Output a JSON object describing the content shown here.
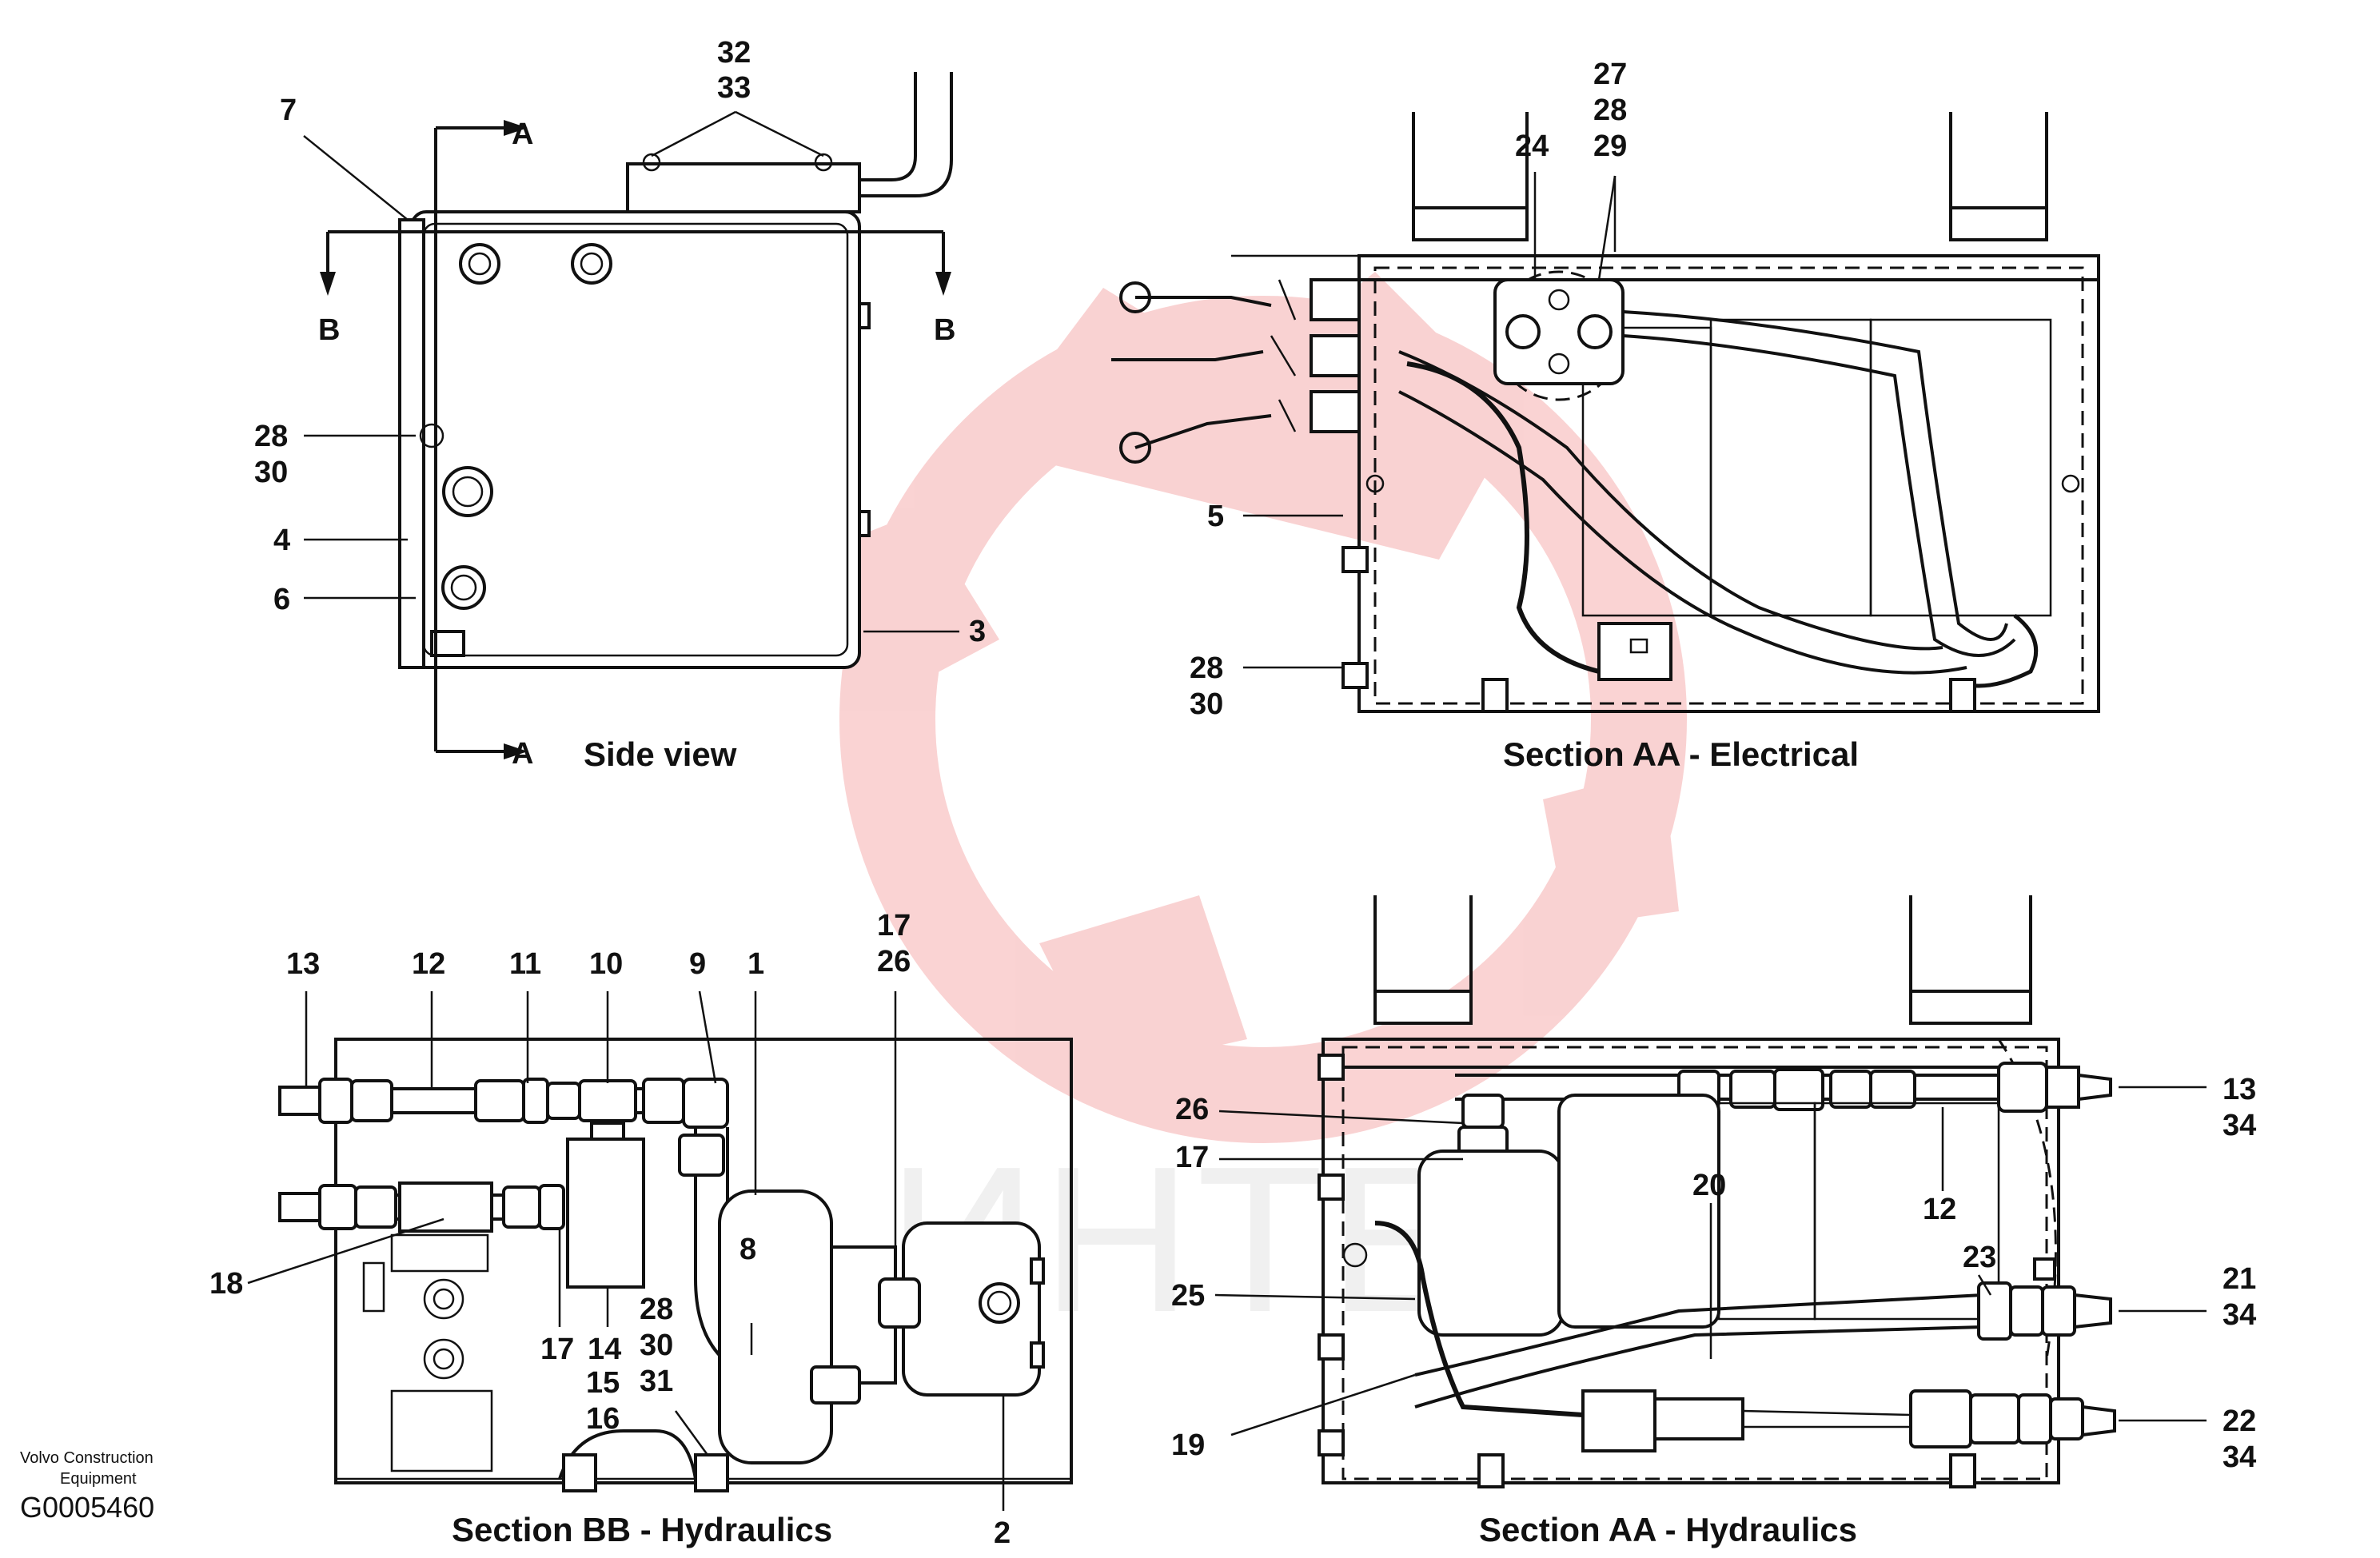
{
  "watermark": {
    "text": "ИНТЕХ",
    "color": "#f08080"
  },
  "captions": {
    "side_view": "Side view",
    "section_aa_electrical": "Section AA - Electrical",
    "section_bb_hydraulics": "Section  BB - Hydraulics",
    "section_aa_hydraulics": "Section AA - Hydraulics"
  },
  "footer": {
    "company_line1": "Volvo Construction",
    "company_line2": "Equipment",
    "code": "G0005460"
  },
  "section_markers": {
    "a": "A",
    "b": "B"
  },
  "side_view_callouts": [
    "32",
    "33",
    "7",
    "28",
    "30",
    "4",
    "6",
    "3"
  ],
  "section_aa_electrical_callouts": [
    "27",
    "28",
    "29",
    "24",
    "5",
    "28",
    "30"
  ],
  "section_bb_hydraulics_callouts": [
    "13",
    "12",
    "11",
    "10",
    "9",
    "1",
    "17",
    "26",
    "8",
    "18",
    "17",
    "14",
    "28",
    "30",
    "31",
    "15",
    "16",
    "2"
  ],
  "section_aa_hydraulics_callouts": [
    "26",
    "17",
    "20",
    "13",
    "34",
    "12",
    "23",
    "21",
    "34",
    "25",
    "19",
    "22",
    "34"
  ]
}
